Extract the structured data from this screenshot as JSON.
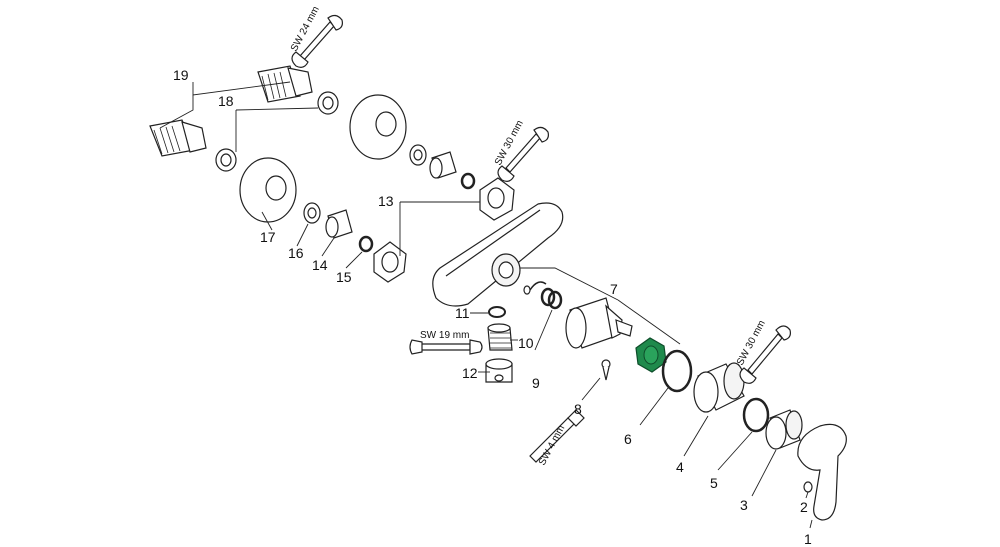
{
  "diagram": {
    "part_numbers": [
      "1",
      "2",
      "3",
      "4",
      "5",
      "6",
      "7",
      "8",
      "9",
      "10",
      "11",
      "12",
      "13",
      "14",
      "15",
      "16",
      "17",
      "18",
      "19"
    ],
    "tool_labels": {
      "sw24": "SW 24 mm",
      "sw30_top": "SW 30 mm",
      "sw19": "SW 19 mm",
      "sw30_right": "SW 30 mm",
      "sw4": "SW 4 mm"
    },
    "colors": {
      "highlight": "#1f8a4c",
      "line": "#222222"
    }
  }
}
